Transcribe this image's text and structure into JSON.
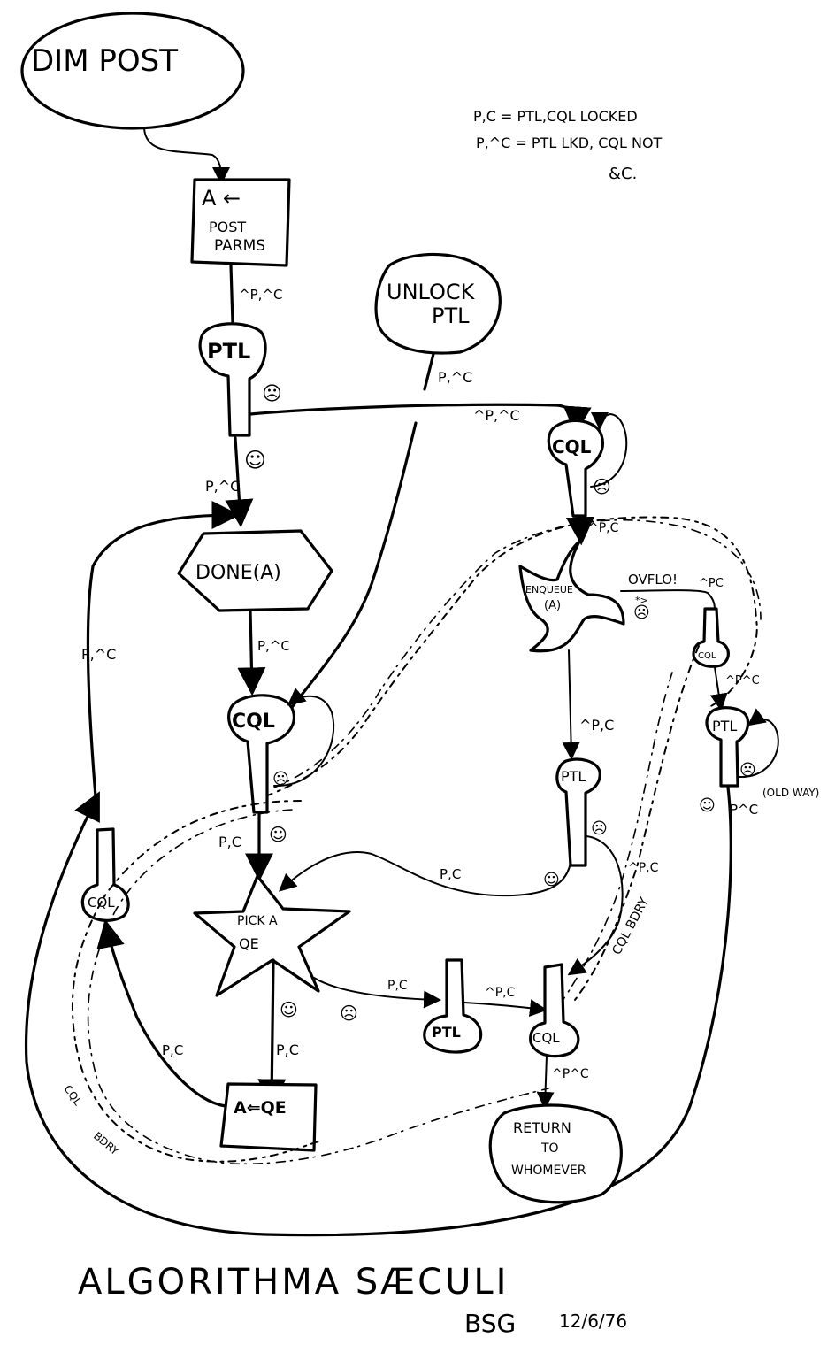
{
  "title": "ALGORITHMA SÆCULI",
  "signature": "BSG",
  "date": "12/6/76",
  "legend": {
    "line1": "P,C = PTL,CQL LOCKED",
    "line2": "P,^C = PTL LKD, CQL NOT",
    "line3": "&C."
  },
  "nodes": {
    "start": "DIM POST",
    "assign_box_line1": "A ←",
    "assign_box_line2": "POST",
    "assign_box_line3": "PARMS",
    "ptl_top": "PTL",
    "unlock_line1": "UNLOCK",
    "unlock_line2": "PTL",
    "cql_top_right": "CQL",
    "done": "DONE(A)",
    "cql_center": "CQL",
    "enqueue_line1": "ENQUEUE",
    "enqueue_line2": "(A)",
    "cql_small_right": "CQL",
    "ptl_far_right": "PTL",
    "ptl_mid_right": "PTL",
    "pick_line1": "PICK A",
    "pick_line2": "QE",
    "cql_left": "CQL",
    "ptl_bottom": "PTL",
    "cql_bottom": "CQL",
    "a_qe": "A⇐QE",
    "return_line1": "RETURN",
    "return_line2": "TO",
    "return_line3": "WHOMEVER"
  },
  "edge_labels": {
    "assign_to_ptl": "^P,^C",
    "unlock_out": "P,^C",
    "ptl_to_cql_fail": "^P,^C",
    "ptl_success": "P,^C",
    "cql_tr_out": "^P,C",
    "overflow": "OVFLO!",
    "overflow_state": "^PC",
    "overflow_mark": "*>",
    "cql_small_out": "^P^C",
    "done_out": "P,^C",
    "left_loop": "P,^C",
    "enqueue_down": "^P,C",
    "ptl_far_right_out": "P^C",
    "old_way": "(OLD WAY)",
    "cql_center_out": "P,C",
    "ptl_mid_to_pick": "P,C",
    "ptl_mid_fail": "^P,C",
    "cql_bdry_right": "CQL BDRY",
    "pick_fail": "P,C",
    "ptl_bottom_to_cql": "^P,C",
    "pick_down": "P,C",
    "aqe_to_cql_left": "P,C",
    "cql_bdry_left_1": "CQL",
    "cql_bdry_left_2": "BDRY",
    "return_in": "^P^C"
  },
  "faces": {
    "happy": "☺",
    "sad": "☹"
  }
}
